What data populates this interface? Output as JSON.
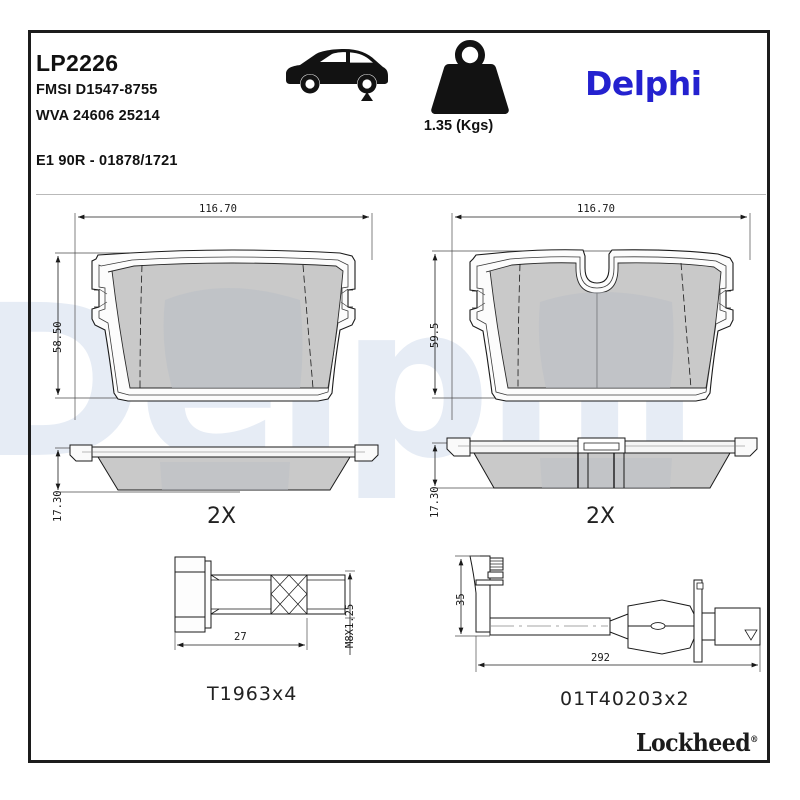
{
  "header": {
    "part_code": "LP2226",
    "fmsi": "FMSI D1547-8755",
    "wva": "WVA 24606 25214",
    "ece_approval": "E1 90R - 01878/1721",
    "weight_label": "1.35 (Kgs)",
    "axle_icon": "car-rear-axle-icon",
    "weight_icon": "weight-icon"
  },
  "brand": {
    "primary": "Delphi",
    "primary_color": "#2421cf",
    "footer": "Lockheed",
    "footer_registered": "®",
    "watermark_text": "Delphi",
    "watermark_color": "#e6ecf5"
  },
  "drawings": {
    "pad_left": {
      "name": "brake-pad-plan-left",
      "width_dim": "116.70",
      "height_dim": "58.50",
      "thickness_dim": "17.30",
      "quantity": "2X",
      "has_sensor_slot": false
    },
    "pad_right": {
      "name": "brake-pad-plan-right",
      "width_dim": "116.70",
      "height_dim": "59.5",
      "thickness_dim": "17.30",
      "quantity": "2X",
      "has_sensor_slot": true
    },
    "bolt": {
      "name": "guide-bolt",
      "length_dim": "27",
      "thread_dim": "M8X1.25",
      "part_number": "T1963x4"
    },
    "sensor": {
      "name": "wear-sensor",
      "height_dim": "35",
      "length_dim": "292",
      "part_number": "01T40203x2"
    }
  },
  "colors": {
    "pad_fill": "#c9c9c9",
    "pad_fill_dark": "#b9bcc2",
    "backing_fill": "#f2f2f2",
    "line": "#1a1a1a",
    "frame": "#1c1c1c",
    "rule": "#b9b9b9"
  }
}
